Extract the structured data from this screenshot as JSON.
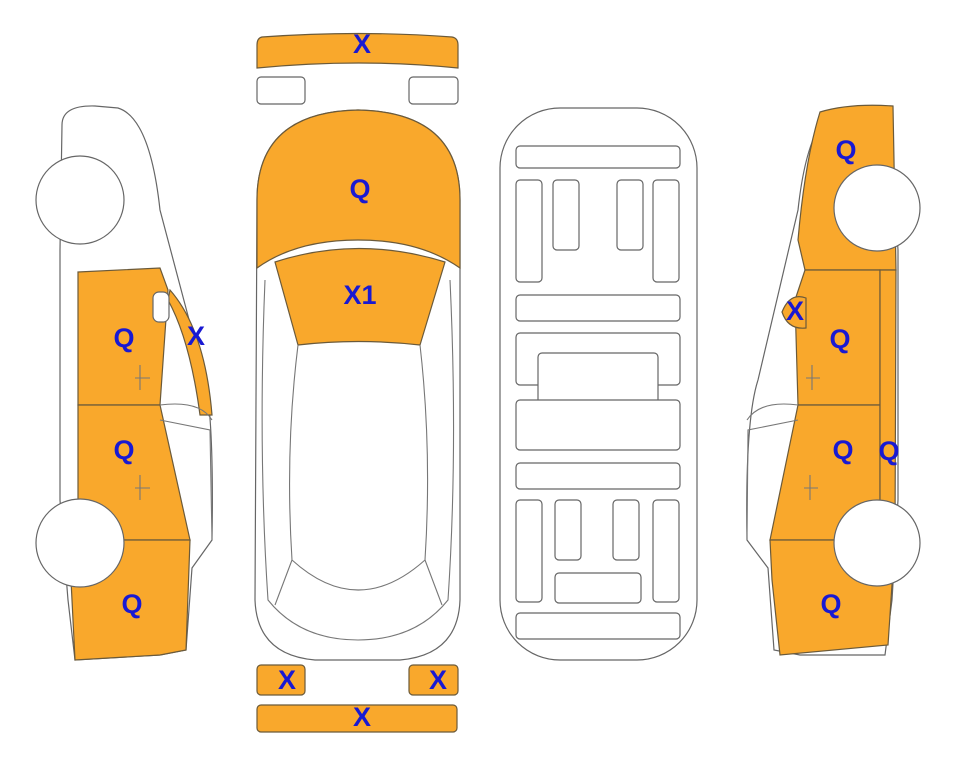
{
  "diagram": {
    "colors": {
      "damaged": "#F9A82C",
      "label": "#1919d2",
      "outline": "#666666"
    },
    "top_view": {
      "front_bumper": "X",
      "hood": "Q",
      "windshield": "X1",
      "rear_left_light": "X",
      "rear_right_light": "X",
      "rear_bumper": "X"
    },
    "left_side": {
      "front_door": "Q",
      "window_pillar": "X",
      "rear_door": "Q",
      "rear_quarter": "Q"
    },
    "right_side": {
      "front_fender": "Q",
      "mirror": "X",
      "front_door": "Q",
      "rear_door": "Q",
      "rocker": "Q",
      "rear_quarter": "Q"
    }
  }
}
